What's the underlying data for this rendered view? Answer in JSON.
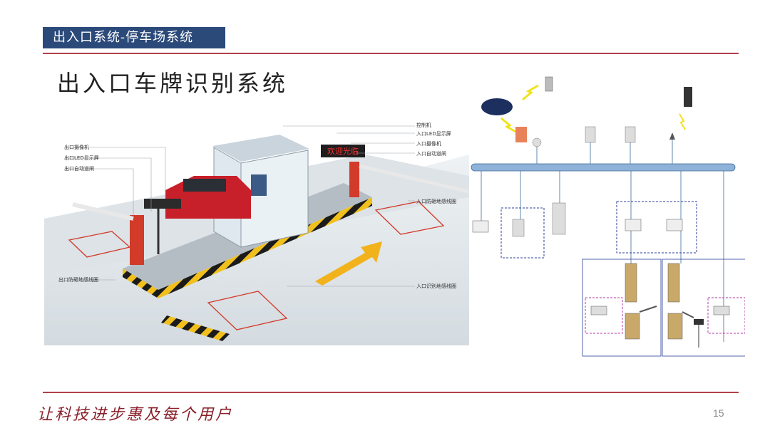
{
  "header": {
    "section": "出入口系统-停车场系统"
  },
  "title": "出入口车牌识别系统",
  "photo": {
    "led_text": "欢迎光临",
    "labels": {
      "control_machine": "控制机",
      "entry_led": "入口LED显示屏",
      "entry_camera": "入口摄像机",
      "entry_gate": "入口自动道闸",
      "exit_camera": "出口摄像机",
      "exit_led": "出口LED显示屏",
      "exit_gate": "出口自动道闸",
      "entry_anti_smash_loop": "入口防砸地感线圈",
      "exit_anti_smash_loop": "出口防砸地感线圈",
      "entry_recognition_loop": "入口识别地感线圈"
    }
  },
  "footer": {
    "slogan": "让科技进步惠及每个用户",
    "page": "15"
  },
  "colors": {
    "header_bg": "#2b4a7a",
    "rule": "#b0404a",
    "slogan": "#8a1f2a",
    "arrow": "#f2b21c"
  }
}
